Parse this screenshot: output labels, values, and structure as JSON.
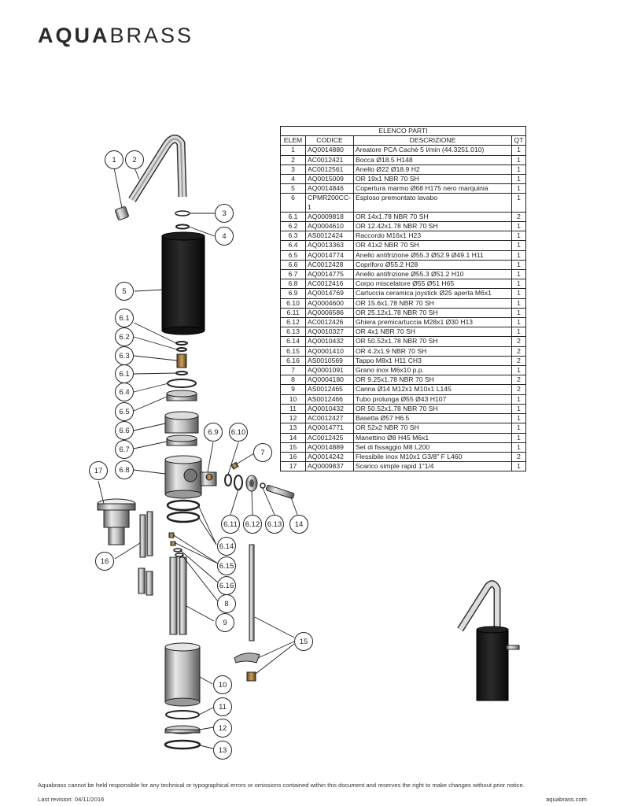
{
  "brand": {
    "bold": "AQUA",
    "light": "BRASS"
  },
  "table": {
    "caption": "ELENCO PARTI",
    "headers": {
      "elem": "ELEM",
      "code": "CODICE",
      "desc": "DESCRIZIONE",
      "qty": "QT"
    },
    "rows": [
      {
        "elem": "1",
        "code": "AQ0014880",
        "desc": "Areatore PCA Cachè  5 l/min (44.3251.010)",
        "qty": "1"
      },
      {
        "elem": "2",
        "code": "AC0012421",
        "desc": "Bocca Ø18.5 H148",
        "qty": "1"
      },
      {
        "elem": "3",
        "code": "AC0012561",
        "desc": "Anello Ø22 Ø18.9 H2",
        "qty": "1"
      },
      {
        "elem": "4",
        "code": "AQ0015009",
        "desc": "OR 19x1 NBR 70 SH",
        "qty": "1"
      },
      {
        "elem": "5",
        "code": "AQ0014846",
        "desc": "Copertura marmo Ø68 H175 nero marquinia",
        "qty": "1"
      },
      {
        "elem": "6",
        "code": "CPMR200CC-1",
        "desc": "Esploso premontato lavabo",
        "qty": "1"
      },
      {
        "elem": "6.1",
        "code": "AQ0009818",
        "desc": "OR 14x1.78 NBR 70 SH",
        "qty": "2"
      },
      {
        "elem": "6.2",
        "code": "AQ0004610",
        "desc": "OR 12.42x1.78 NBR 70 SH",
        "qty": "1"
      },
      {
        "elem": "6.3",
        "code": "AS0012424",
        "desc": "Raccordo M16x1 H23",
        "qty": "1"
      },
      {
        "elem": "6.4",
        "code": "AQ0013363",
        "desc": "OR 41x2 NBR 70 SH",
        "qty": "1"
      },
      {
        "elem": "6.5",
        "code": "AQ0014774",
        "desc": "Anello antifrizione Ø55.3 Ø52.9 Ø49.1 H11",
        "qty": "1"
      },
      {
        "elem": "6.6",
        "code": "AC0012428",
        "desc": "Copriforo Ø55.2 H28",
        "qty": "1"
      },
      {
        "elem": "6.7",
        "code": "AQ0014775",
        "desc": "Anello antifrizione Ø55.3 Ø51.2 H10",
        "qty": "1"
      },
      {
        "elem": "6.8",
        "code": "AC0012416",
        "desc": "Corpo miscelatore Ø55 Ø51 H65",
        "qty": "1"
      },
      {
        "elem": "6.9",
        "code": "AQ0014769",
        "desc": "Cartuccia ceramica joystick Ø25 aperta M6x1",
        "qty": "1"
      },
      {
        "elem": "6.10",
        "code": "AQ0004600",
        "desc": "OR 15.6x1.78 NBR 70 SH",
        "qty": "1"
      },
      {
        "elem": "6.11",
        "code": "AQ0006586",
        "desc": "OR 25.12x1.78 NBR 70 SH",
        "qty": "1"
      },
      {
        "elem": "6.12",
        "code": "AC0012426",
        "desc": "Ghiera premicartuccia M28x1 Ø30 H13",
        "qty": "1"
      },
      {
        "elem": "6.13",
        "code": "AQ0010327",
        "desc": "OR 4x1 NBR 70 SH",
        "qty": "1"
      },
      {
        "elem": "6.14",
        "code": "AQ0010432",
        "desc": "OR 50.52x1.78 NBR 70 SH",
        "qty": "2"
      },
      {
        "elem": "6.15",
        "code": "AQ0001410",
        "desc": "OR 4.2x1.9 NBR 70 SH",
        "qty": "2"
      },
      {
        "elem": "6.16",
        "code": "AS0010569",
        "desc": "Tappo M8x1 H11 CH3",
        "qty": "2"
      },
      {
        "elem": "7",
        "code": "AQ0001091",
        "desc": "Grano inox M6x10 p.p.",
        "qty": "1"
      },
      {
        "elem": "8",
        "code": "AQ0004180",
        "desc": "OR 9.25x1.78 NBR 70 SH",
        "qty": "2"
      },
      {
        "elem": "9",
        "code": "AS0012465",
        "desc": "Canna Ø14 M12x1 M10x1 L145",
        "qty": "2"
      },
      {
        "elem": "10",
        "code": "AS0012466",
        "desc": "Tubo prolunga Ø55 Ø43 H107",
        "qty": "1"
      },
      {
        "elem": "11",
        "code": "AQ0010432",
        "desc": "OR 50.52x1.78 NBR 70 SH",
        "qty": "1"
      },
      {
        "elem": "12",
        "code": "AC0012427",
        "desc": "Basetta Ø57 H6.5",
        "qty": "1"
      },
      {
        "elem": "13",
        "code": "AQ0014771",
        "desc": "OR 52x2 NBR 70 SH",
        "qty": "1"
      },
      {
        "elem": "14",
        "code": "AC0012425",
        "desc": "Manettino Ø8 H45 M6x1",
        "qty": "1"
      },
      {
        "elem": "15",
        "code": "AQ0014889",
        "desc": "Set di fissaggio M8 L200",
        "qty": "1"
      },
      {
        "elem": "16",
        "code": "AQ0014242",
        "desc": "Flessibile inox M10x1 G3/8\" F L460",
        "qty": "2"
      },
      {
        "elem": "17",
        "code": "AQ0009837",
        "desc": "Scarico simple rapid 1\"1/4",
        "qty": "1"
      }
    ]
  },
  "callouts": [
    "1",
    "2",
    "3",
    "4",
    "5",
    "6.1",
    "6.2",
    "6.3",
    "6.1",
    "6.4",
    "6.5",
    "6.6",
    "6.7",
    "6.8",
    "6.9",
    "6.10",
    "7",
    "17",
    "6.11",
    "6.12",
    "6.13",
    "14",
    "16",
    "6.14",
    "6.15",
    "6.16",
    "8",
    "9",
    "15",
    "10",
    "11",
    "12",
    "13"
  ],
  "footer": {
    "disclaimer": "Aquabrass cannot be held responsible for any technical or typographical errors or omissions contained within this document and reserves the right to make changes without prior notice.",
    "revision": "Last revision: 04/11/2016",
    "website": "aquabrass.com"
  }
}
